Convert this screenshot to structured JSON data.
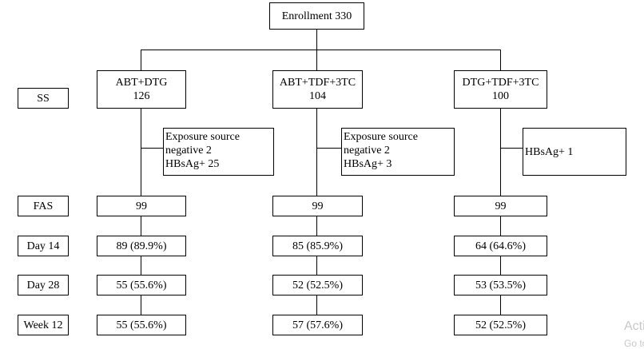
{
  "enrollment": "Enrollment 330",
  "row_labels": {
    "ss": "SS",
    "fas": "FAS",
    "day14": "Day 14",
    "day28": "Day 28",
    "week12": "Week 12"
  },
  "arms": [
    {
      "name": "ABT+DTG",
      "ss": "126",
      "exclusion": [
        "Exposure source",
        "negative 2",
        "HBsAg+ 25"
      ],
      "fas": "99",
      "day14": "89 (89.9%)",
      "day28": "55 (55.6%)",
      "week12": "55 (55.6%)"
    },
    {
      "name": "ABT+TDF+3TC",
      "ss": "104",
      "exclusion": [
        "Exposure source",
        "negative 2",
        "HBsAg+ 3"
      ],
      "fas": "99",
      "day14": "85 (85.9%)",
      "day28": "52 (52.5%)",
      "week12": "57 (57.6%)"
    },
    {
      "name": "DTG+TDF+3TC",
      "ss": "100",
      "exclusion": [
        "HBsAg+ 1"
      ],
      "fas": "99",
      "day14": "64 (64.6%)",
      "day28": "53 (53.5%)",
      "week12": "52 (52.5%)"
    }
  ],
  "watermark": {
    "line1": "Activate Windows",
    "line2": "Go to Settings to activate Windows."
  }
}
